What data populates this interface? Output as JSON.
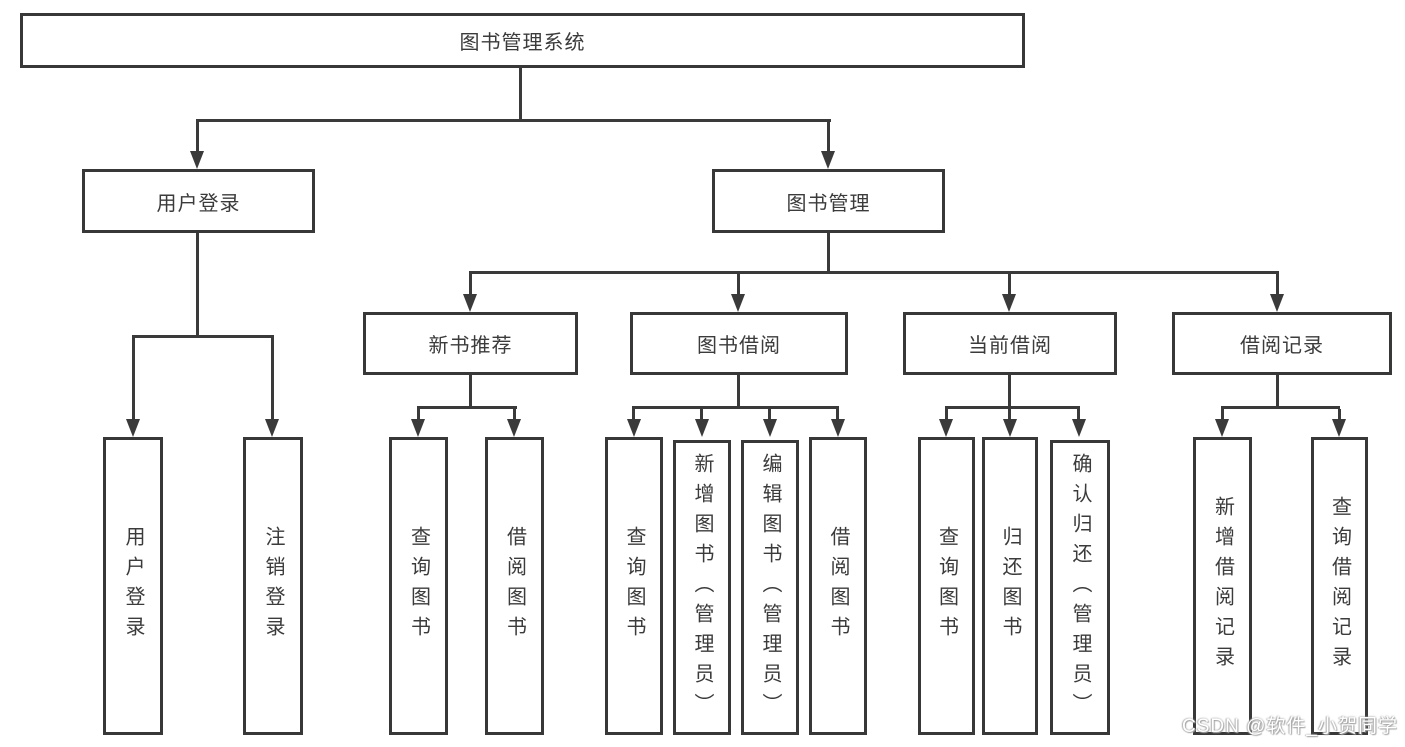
{
  "diagram": {
    "title": "图书管理系统",
    "root": {
      "label": "图书管理系统"
    },
    "level2": [
      {
        "label": "用户登录"
      },
      {
        "label": "图书管理"
      }
    ],
    "level3": [
      {
        "label": "新书推荐"
      },
      {
        "label": "图书借阅"
      },
      {
        "label": "当前借阅"
      },
      {
        "label": "借阅记录"
      }
    ],
    "leaves": {
      "user_login": [
        "用户登录",
        "注销登录"
      ],
      "new_book": [
        "查询图书",
        "借阅图书"
      ],
      "borrow": [
        "查询图书",
        "新增图书（管理员）",
        "编辑图书（管理员）",
        "借阅图书"
      ],
      "current": [
        "查询图书",
        "归还图书",
        "确认归还（管理员）"
      ],
      "records": [
        "新增借阅记录",
        "查询借阅记录"
      ]
    }
  },
  "watermark": {
    "text": "CSDN @软件_小贺同学"
  },
  "colors": {
    "line": "#3a3a3a",
    "text": "#3b3b3b",
    "box_background": "#ffffff",
    "watermark_text": "#ffffff"
  }
}
